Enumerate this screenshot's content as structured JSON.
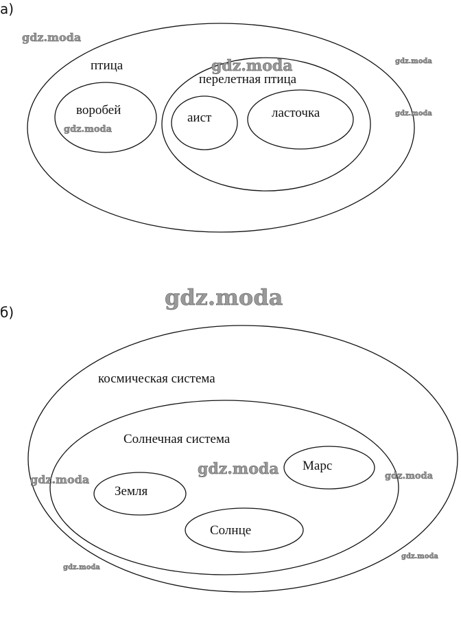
{
  "parts": {
    "a": "а)",
    "b": "б)"
  },
  "diagram_a": {
    "outer": "птица",
    "sparrow": "воробей",
    "migratory": "перелетная птица",
    "stork": "аист",
    "swallow": "ласточка"
  },
  "diagram_b": {
    "outer": "космическая система",
    "solar": "Солнечная система",
    "earth": "Земля",
    "mars": "Марс",
    "sun": "Солнце"
  },
  "watermark": "gdz.moda"
}
